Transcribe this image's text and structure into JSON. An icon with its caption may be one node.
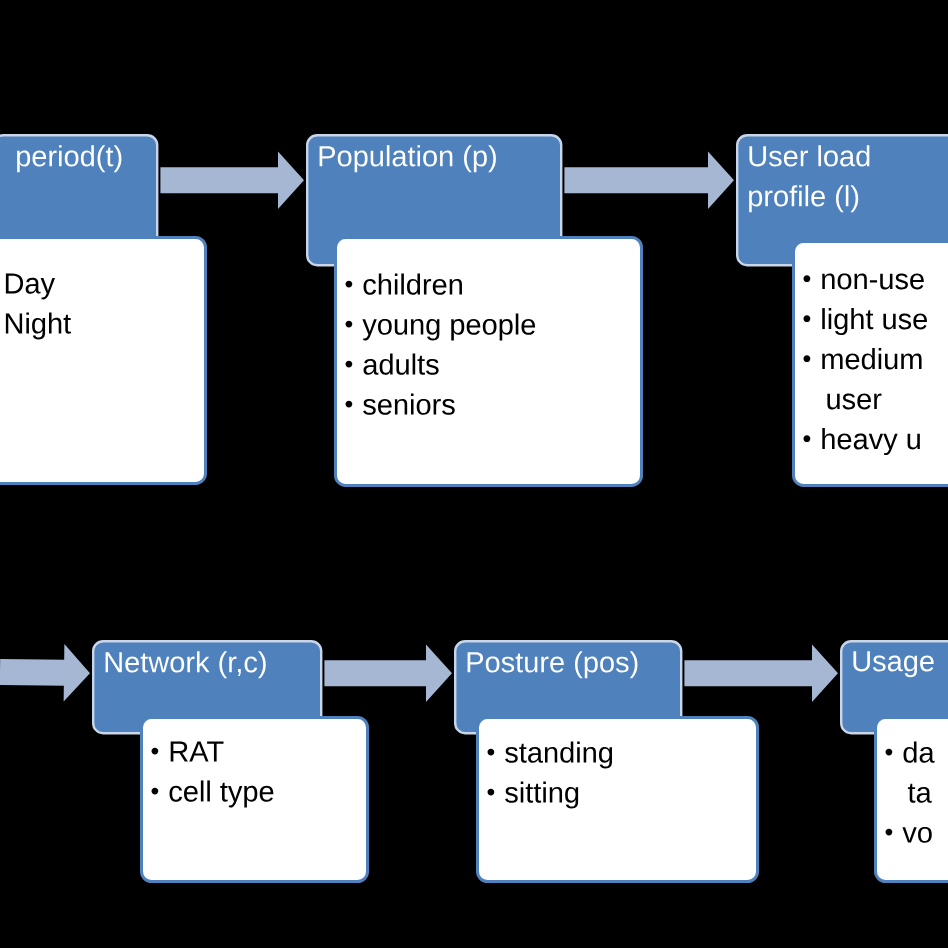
{
  "diagram": {
    "nodes": [
      {
        "text": [
          "period(t)"
        ]
      },
      {
        "text": [
          "Day",
          "Night"
        ]
      },
      {
        "text": [
          "Population (p)"
        ]
      },
      {
        "text": [
          "children",
          "young people",
          "adults",
          "seniors"
        ]
      },
      {
        "text": [
          "User load profile (l)"
        ]
      },
      {
        "text": [
          "non-use",
          "light use",
          "medium user",
          "heavy u"
        ]
      },
      {
        "text": [
          "Network (r,c)"
        ]
      },
      {
        "text": [
          "RAT",
          "cell type"
        ]
      },
      {
        "text": [
          "Posture (pos)"
        ]
      },
      {
        "text": [
          "standing",
          "sitting"
        ]
      },
      {
        "text": [
          "Usage"
        ]
      },
      {
        "text": [
          "da ta",
          "vo"
        ]
      }
    ],
    "edges": [
      {
        "from": 0,
        "to": 2,
        "arrow": "to"
      },
      {
        "from": 2,
        "to": 4,
        "arrow": "to"
      },
      {
        "from": null,
        "to": 6,
        "arrow": "to"
      },
      {
        "from": 6,
        "to": 8,
        "arrow": "to"
      },
      {
        "from": 8,
        "to": 10,
        "arrow": "to"
      }
    ]
  }
}
